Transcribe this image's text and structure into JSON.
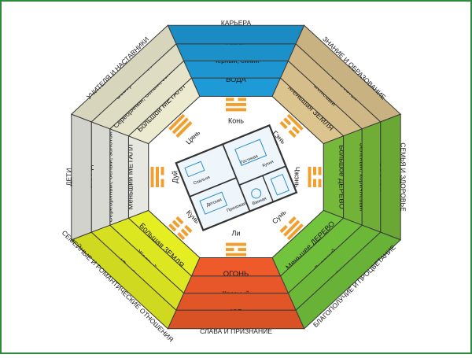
{
  "bagua": {
    "sectors": [
      {
        "key": "north",
        "color": "#1e9ad6",
        "rings": [
          "ВОДА",
          "Черный, синий",
          "СЕВЕР",
          "КАРЬЕРА"
        ]
      },
      {
        "key": "northeast",
        "color": "#dcc48e",
        "rings": [
          "Меньшая ЗЕМЛЯ",
          "Бежевый",
          "Северо-Восток",
          "ЗНАНИЕ И ОБРАЗОВАНИЕ"
        ]
      },
      {
        "key": "east",
        "color": "#76b83a",
        "rings": [
          "Большое ДЕРЕВО",
          "Зеленый, коричневый",
          "ВОСТОК",
          "СЕМЬЯ И ЗДОРОВЬЕ"
        ]
      },
      {
        "key": "southeast",
        "color": "#72c43c",
        "rings": [
          "Меньшее ДЕРЕВО",
          "Зеленый",
          "Юго-Восток",
          "БЛАГОПОЛУЧИЕ И ПРОЦВЕТАНИЕ"
        ]
      },
      {
        "key": "south",
        "color": "#ef5a2a",
        "rings": [
          "ОГОНЬ",
          "Красный",
          "ЮГ",
          "СЛАВА И ПРИЗНАНИЕ"
        ]
      },
      {
        "key": "southwest",
        "color": "#e4ee22",
        "rings": [
          "Большая ЗЕМЛЯ",
          "Желтый",
          "Юго-Запад",
          "СЕМЕЙНЫЕ И РОМАНТИЧЕСКИЕ ОТНОШЕНИЯ"
        ]
      },
      {
        "key": "west",
        "color": "#e7e7e1",
        "rings": [
          "Меньший МЕТАЛЛ",
          "Серебряный, белый, золотой",
          "ЗАПАД",
          "ДЕТИ"
        ]
      },
      {
        "key": "northwest",
        "color": "#ecebd0",
        "rings": [
          "Большой МЕТАЛЛ",
          "Серебряный, белый, золотой",
          "Северо-Запад",
          "УЧИТЕЛЯ И НАСТАВНИКИ"
        ]
      }
    ],
    "trigrams": [
      "Конь",
      "Гэнь",
      "Чжэнь",
      "Сунь",
      "Ли",
      "Кунь",
      "Дуй",
      "Цянь"
    ],
    "trigram_lines": [
      [
        0,
        1,
        1
      ],
      [
        1,
        0,
        0
      ],
      [
        0,
        0,
        1
      ],
      [
        1,
        1,
        0
      ],
      [
        1,
        0,
        1
      ],
      [
        0,
        0,
        0
      ],
      [
        1,
        1,
        0
      ],
      [
        1,
        1,
        1
      ]
    ],
    "plan_labels": [
      "Кухня",
      "Ванная",
      "Прихожая",
      "Спальня",
      "Гостиная",
      "Детская"
    ]
  },
  "colors": {
    "outline": "#3b3b3b",
    "frame": "#2e8b3e",
    "center": "#ffffff",
    "trigram": "#f0a030",
    "plan": "#2d8fc8"
  }
}
